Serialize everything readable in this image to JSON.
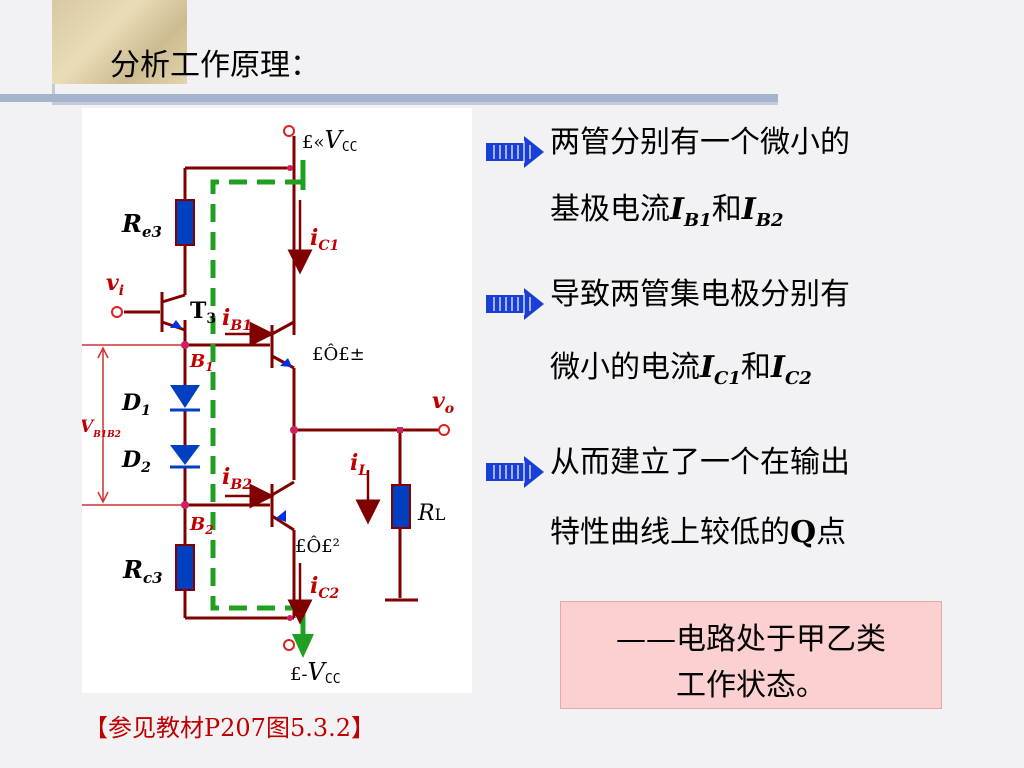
{
  "slide": {
    "title": "分析工作原理：",
    "bullets": [
      {
        "line1": "两管分别有一个微小的",
        "line2_pre": "基极电流",
        "v1": "I",
        "s1": "B1",
        "mid": "和",
        "v2": "I",
        "s2": "B2"
      },
      {
        "line1": "导致两管集电极分别有",
        "line2_pre": "微小的电流",
        "v1": "I",
        "s1": "C1",
        "mid": "和",
        "v2": "I",
        "s2": "C2"
      },
      {
        "line1": "从而建立了一个在输出",
        "line2_pre": "特性曲线上较低的",
        "q": "Q",
        "post": "点"
      }
    ],
    "note": {
      "line1": "——电路处于甲乙类",
      "line2": "工作状态。"
    },
    "reference": "【参见教材P207图5.3.2】"
  },
  "circuit": {
    "vcc_plus_prefix": "£«",
    "vcc_minus_prefix": "£-",
    "vcc_v": "V",
    "vcc_sub": "CC",
    "re3_main": "R",
    "re3_sub": "e3",
    "rc3_main": "R",
    "rc3_sub": "c3",
    "vi_main": "v",
    "vi_sub": "i",
    "vo_main": "v",
    "vo_sub": "o",
    "t3_main": "T",
    "t3_sub": "3",
    "ib1_main": "i",
    "ib1_sub": "B1",
    "ib2_main": "i",
    "ib2_sub": "B2",
    "ic1_main": "i",
    "ic1_sub": "C1",
    "ic2_main": "i",
    "ic2_sub": "C2",
    "il_main": "i",
    "il_sub": "L",
    "rl_main": "R",
    "rl_sub": "L",
    "t1_label": "£Ô£±",
    "t2_label": "£Ô£²",
    "b1_main": "B",
    "b1_sub": "1",
    "b2_main": "B",
    "b2_sub": "2",
    "d1_main": "D",
    "d1_sub": "1",
    "d2_main": "D",
    "d2_sub": "2",
    "vb_main": "V",
    "vb_sub": "B1B2"
  },
  "colors": {
    "wire": "#800000",
    "resistor": "#0040c0",
    "green_path": "#20a020",
    "red_text": "#c00000",
    "node": "#d02060",
    "arrow": "#1a3fd9"
  }
}
